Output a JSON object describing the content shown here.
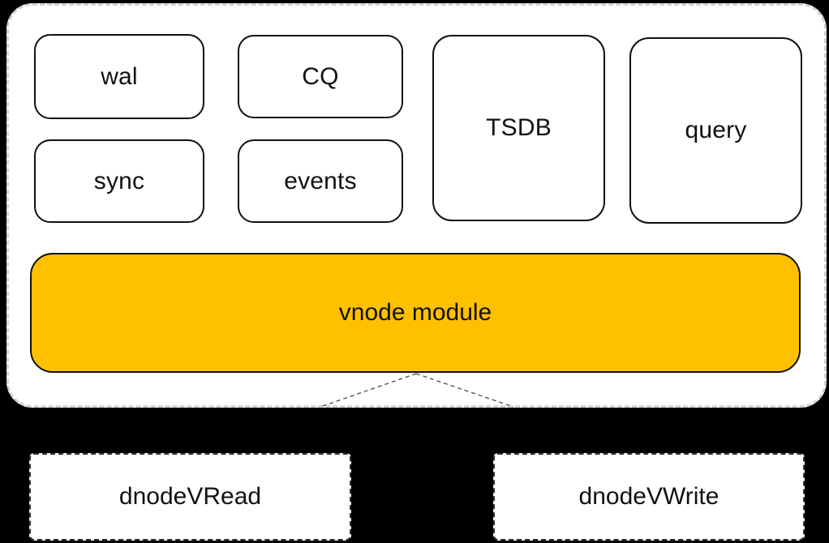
{
  "canvas": {
    "background_color": "#000000"
  },
  "vnode_group": {
    "container_fill": "#ffffff",
    "container_border_color": "#d2d2d2",
    "container_border_style": "dashed",
    "modules": [
      {
        "id": "wal",
        "label": "wal"
      },
      {
        "id": "cq",
        "label": "CQ"
      },
      {
        "id": "sync",
        "label": "sync"
      },
      {
        "id": "events",
        "label": "events"
      },
      {
        "id": "tsdb",
        "label": "TSDB"
      },
      {
        "id": "query",
        "label": "query"
      }
    ],
    "module_border_color": "#111111",
    "main_module": {
      "label": "vnode module",
      "fill": "#ffc000",
      "border_color": "#111111"
    }
  },
  "connectors": {
    "style": "dashed",
    "color": "#4a4a4a"
  },
  "dnodes": [
    {
      "id": "dnode-vread",
      "label": "dnodeVRead"
    },
    {
      "id": "dnode-vwrite",
      "label": "dnodeVWrite"
    }
  ],
  "dnode_border_color": "#2e2e2e",
  "text_color": "#111111"
}
